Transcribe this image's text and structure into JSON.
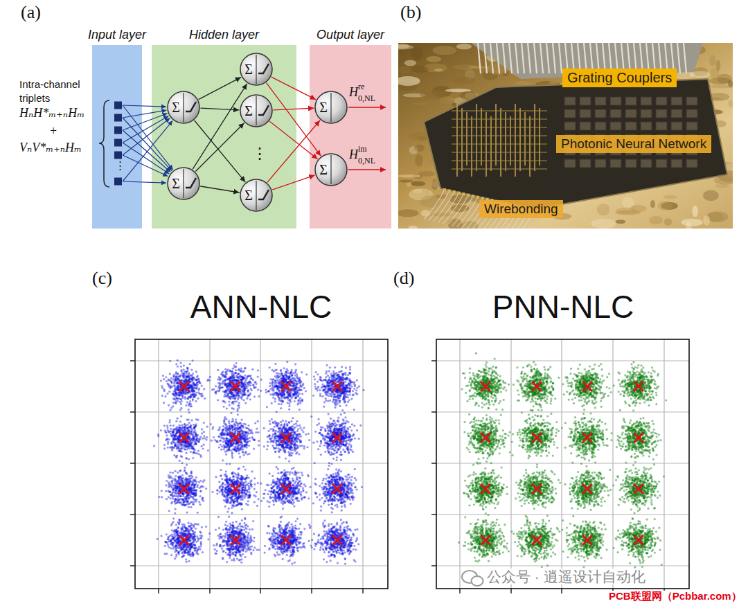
{
  "diagram": {
    "nodes": [
      {
        "text": [
          "Input layer"
        ]
      },
      {
        "text": [
          "Hidden layer"
        ]
      },
      {
        "text": [
          "Σ"
        ],
        "in": 1
      },
      {
        "text": [
          "Σ"
        ],
        "in": 1
      },
      {
        "text": [
          "Σ"
        ],
        "in": 1
      },
      {
        "text": [
          "Σ"
        ],
        "in": 1
      },
      {
        "text": [
          "Σ"
        ],
        "in": 1
      },
      {
        "text": [
          "Output layer"
        ]
      },
      {
        "text": [
          "Σ"
        ],
        "in": 7
      },
      {
        "text": [
          "Σ"
        ],
        "in": 7
      },
      {
        "text": [
          "Grating Couplers"
        ]
      },
      {
        "text": [
          "Photonic Neural Network"
        ]
      },
      {
        "text": [
          "Wirebonding"
        ]
      }
    ],
    "edges": [
      {
        "from": 2,
        "to": 4,
        "arrow": "to"
      },
      {
        "from": 2,
        "to": 5,
        "arrow": "to"
      },
      {
        "from": 2,
        "to": 6,
        "arrow": "to"
      },
      {
        "from": 3,
        "to": 4,
        "arrow": "to"
      },
      {
        "from": 3,
        "to": 5,
        "arrow": "to"
      },
      {
        "from": 3,
        "to": 6,
        "arrow": "to"
      },
      {
        "from": 4,
        "to": 8,
        "arrow": "to"
      },
      {
        "from": 4,
        "to": 9,
        "arrow": "to"
      },
      {
        "from": 5,
        "to": 8,
        "arrow": "to"
      },
      {
        "from": 5,
        "to": 9,
        "arrow": "to"
      },
      {
        "from": 6,
        "to": 8,
        "arrow": "to"
      },
      {
        "from": 6,
        "to": 9,
        "arrow": "to"
      }
    ],
    "labels": [
      "(a)",
      "(b)",
      "(c)",
      "(d)",
      "Intra-channel triplets",
      "HₙH*ₘ₊ₙHₘ",
      "+",
      "VₙV*ₘ₊ₙHₘ",
      "⋮",
      "⋮",
      "H",
      "re",
      "0,NL",
      "H",
      "im",
      "0,NL",
      "ANN-NLC",
      "PNN-NLC",
      "公众号 · 逍遥设计自动化",
      "PCB联盟网（Pcbbar.com）"
    ]
  }
}
